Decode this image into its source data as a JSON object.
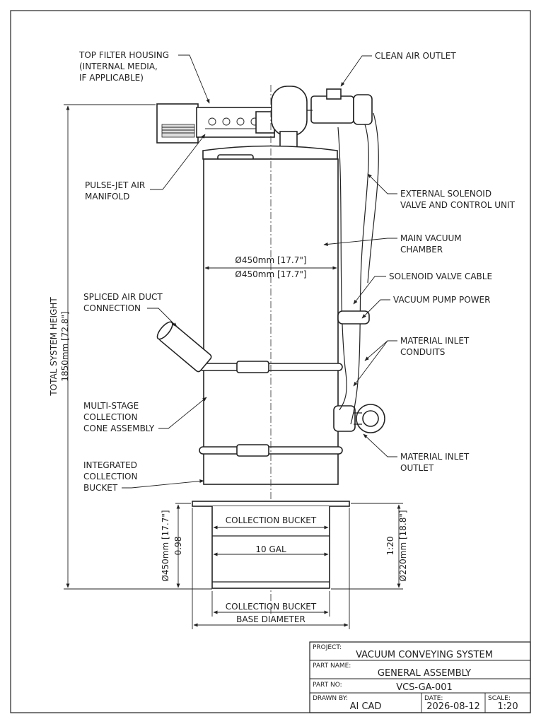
{
  "callouts": {
    "top_filter": [
      "TOP FILTER HOUSING",
      "(INTERNAL MEDIA,",
      "IF APPLICABLE)"
    ],
    "clean_air": "CLEAN AIR OUTLET",
    "pulse_jet": [
      "PULSE-JET AIR",
      "MANIFOLD"
    ],
    "solenoid_unit": [
      "EXTERNAL SOLENOID",
      "VALVE AND CONTROL UNIT"
    ],
    "main_chamber": [
      "MAIN VACUUM",
      "CHAMBER"
    ],
    "solenoid_cable": "SOLENOID VALVE CABLE",
    "pump_power": "VACUUM PUMP POWER",
    "spliced_duct": [
      "SPLICED AIR DUCT",
      "CONNECTION"
    ],
    "inlet_conduits": [
      "MATERIAL INLET",
      "CONDUITS"
    ],
    "cone_assembly": [
      "MULTI-STAGE",
      "COLLECTION",
      "CONE ASSEMBLY"
    ],
    "inlet_outlet": [
      "MATERIAL INLET",
      "OUTLET"
    ],
    "integrated_bucket": [
      "INTEGRATED",
      "COLLECTION",
      "BUCKET"
    ]
  },
  "dimensions": {
    "chamber_dia_1": "Ø450mm [17.7\"]",
    "chamber_dia_2": "Ø450mm [17.7\"]",
    "total_height": [
      "TOTAL SYSTEM HEIGHT",
      "1850mm [72.8\"]"
    ],
    "bucket_left": [
      "Ø450mm [17.7\"]",
      "0.98"
    ],
    "bucket_right": [
      "1:20",
      "Ø220mm [18.8\"]"
    ],
    "bucket_label": "COLLECTION BUCKET",
    "bucket_volume": "10 GAL",
    "base_label": [
      "COLLECTION BUCKET",
      "BASE DIAMETER"
    ]
  },
  "title_block": {
    "project_label": "PROJECT:",
    "project": "VACUUM CONVEYING SYSTEM",
    "part_name_label": "PART NAME:",
    "part_name": "GENERAL ASSEMBLY",
    "part_no_label": "PART NO:",
    "part_no": "VCS-GA-001",
    "drawn_by_label": "DRAWN BY:",
    "drawn_by": "AI CAD",
    "date_label": "DATE:",
    "date": "2026-08-12",
    "scale_label": "SCALE:",
    "scale": "1:20"
  }
}
